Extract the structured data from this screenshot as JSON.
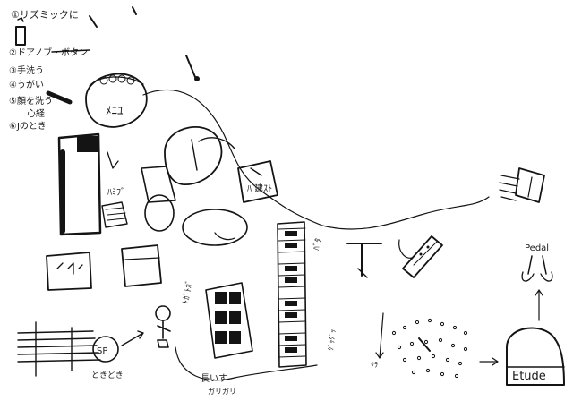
{
  "list": {
    "item1": "①リズミックに",
    "item2": "②ドアノブ・ボタン",
    "item3": "③手洗う",
    "item4": "④うがい",
    "item5": "⑤顔を洗う",
    "item5b": "心経",
    "item6": "⑥Jのとき"
  },
  "labels": {
    "face": "ﾒﾆﾕ",
    "box_text": "ﾊ 建ｽﾄ",
    "fill_label": "ﾊﾐﾌﾞ",
    "vertical_a": "ﾄｶﾞﾄｶﾞ",
    "vertical_b": "ｸﾞｯｸﾞｯ",
    "vertical_c": "ﾊﾞﾀ",
    "dot_text": "ｸﾗ",
    "bottom_text": "長いす",
    "bottom_sub": "ガリガリ",
    "walk_text": "ときどき",
    "etude": "Etude",
    "pedal": "Pedal",
    "sp_label": "SP"
  },
  "colors": {
    "ink": "#141414",
    "paper": "#ffffff"
  }
}
